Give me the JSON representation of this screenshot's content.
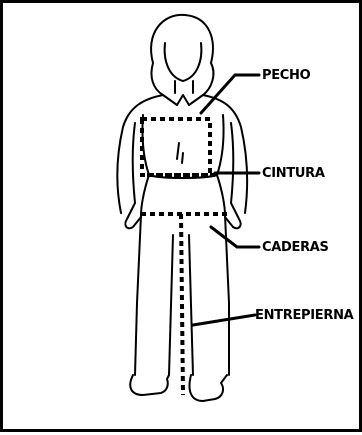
{
  "labels": {
    "chest": "PECHO",
    "waist": "CINTURA",
    "hips": "CADERAS",
    "inseam": "ENTREPIERNA"
  },
  "colors": {
    "ink": "#000000",
    "background": "#ffffff"
  }
}
